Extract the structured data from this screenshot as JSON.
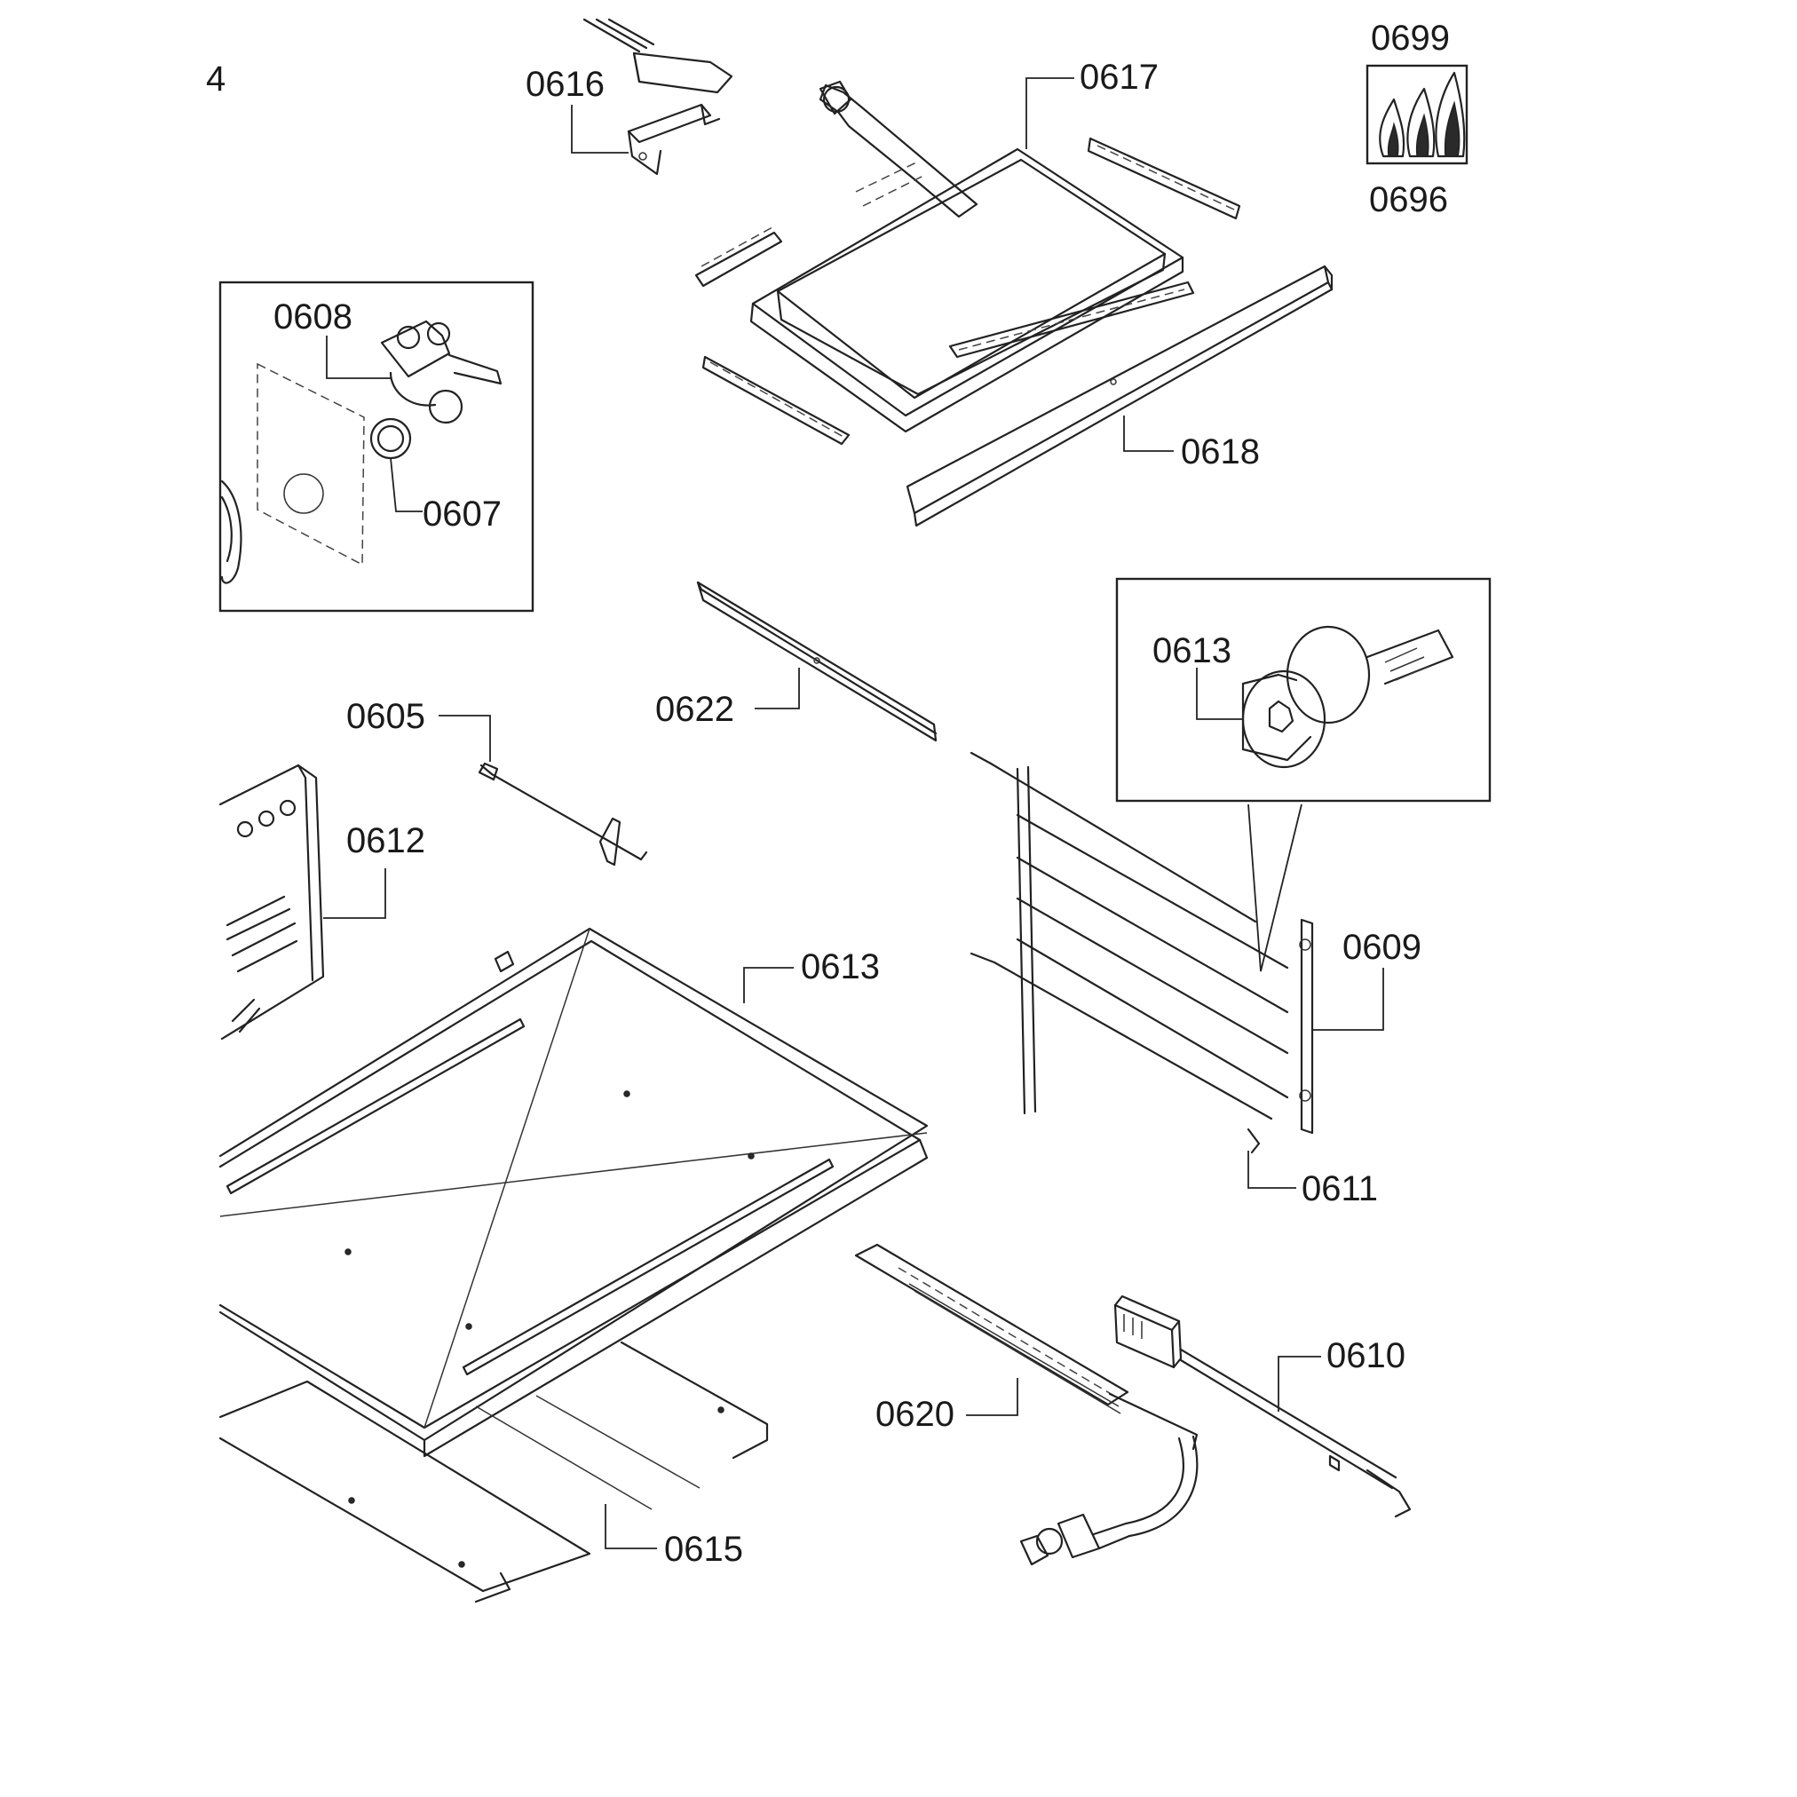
{
  "diagram": {
    "callouts": [
      {
        "id": "0699",
        "text": "0699"
      },
      {
        "id": "0696",
        "text": "0696"
      },
      {
        "id": "0616",
        "text": "0616"
      },
      {
        "id": "0617",
        "text": "0617"
      },
      {
        "id": "0618",
        "text": "0618"
      },
      {
        "id": "0608",
        "text": "0608"
      },
      {
        "id": "0607",
        "text": "0607"
      },
      {
        "id": "0622",
        "text": "0622"
      },
      {
        "id": "0613a",
        "text": "0613"
      },
      {
        "id": "0609",
        "text": "0609"
      },
      {
        "id": "0611",
        "text": "0611"
      },
      {
        "id": "0605",
        "text": "0605"
      },
      {
        "id": "0612",
        "text": "0612"
      },
      {
        "id": "0613b",
        "text": "0613"
      },
      {
        "id": "0615",
        "text": "0615"
      },
      {
        "id": "0620",
        "text": "0620"
      },
      {
        "id": "0610",
        "text": "0610"
      }
    ],
    "edge_mark": "4"
  }
}
